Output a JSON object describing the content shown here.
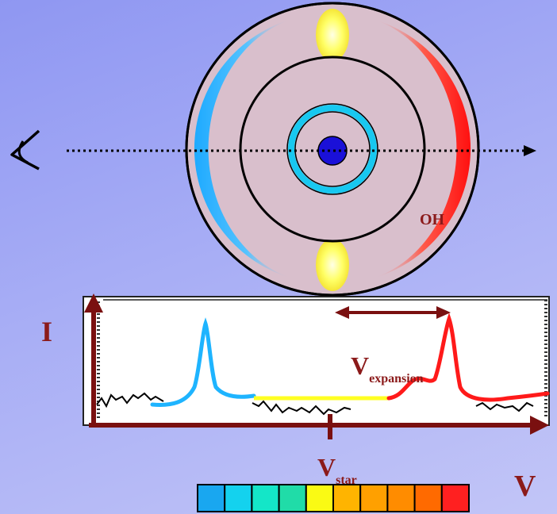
{
  "shell_label": "OH",
  "axes": {
    "y_label": "I",
    "x_label": "V"
  },
  "annotations": {
    "expansion_main": "V",
    "expansion_sub": "expansion",
    "star_main": "V",
    "star_sub": "star"
  },
  "colors": {
    "approaching": "#1eb4ff",
    "receding": "#ff1f1f",
    "systemic": "#ffff33",
    "star": "#1a10d8",
    "axis": "#7a1010",
    "shell_fill": "#d9bfcc"
  },
  "icons": {
    "observer": "eye-icon"
  },
  "velocity_scale": {
    "swatches": [
      "#19a7f0",
      "#14d2ee",
      "#14e6c8",
      "#20dca8",
      "#fafa14",
      "#ffb400",
      "#ffa000",
      "#ff8c00",
      "#ff6a00",
      "#ff2020"
    ]
  }
}
